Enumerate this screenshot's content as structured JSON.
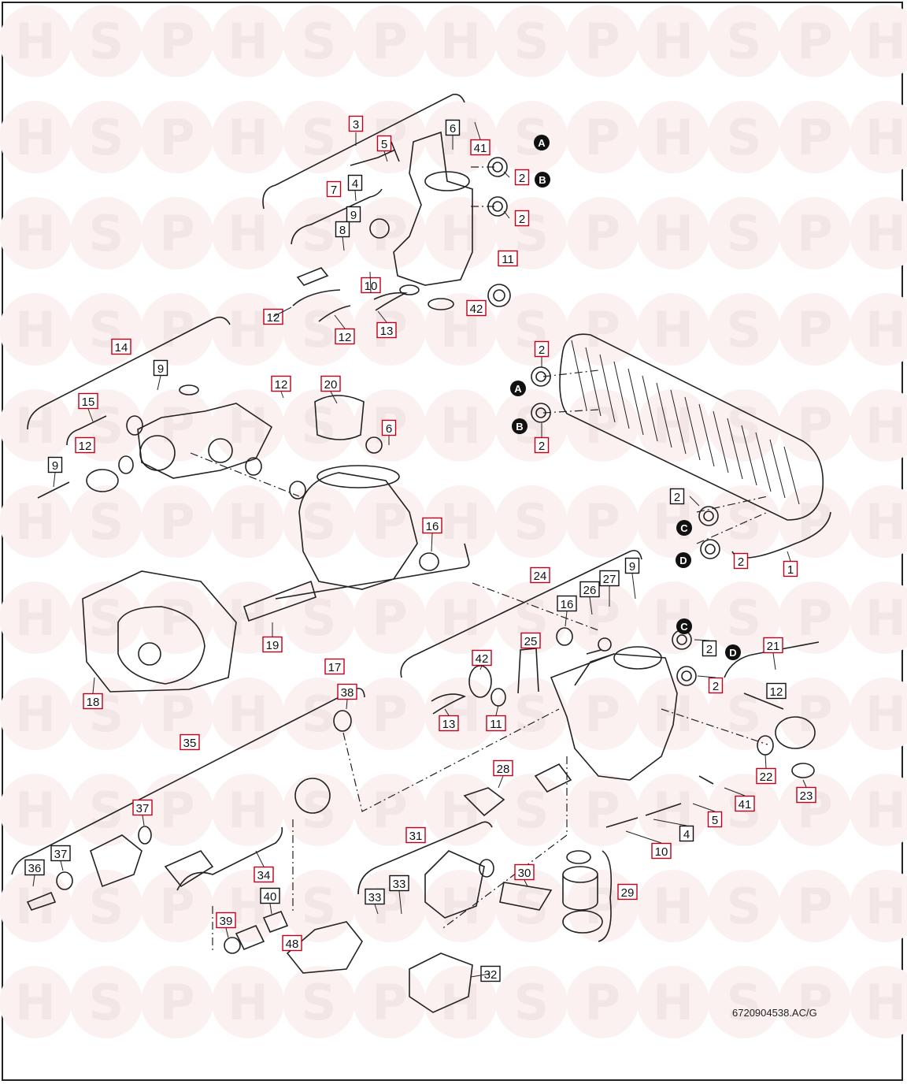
{
  "watermark": {
    "letters": [
      "H",
      "S",
      "P"
    ],
    "color_letter": "#f3e6e6",
    "color_circle": "#fbf1f1"
  },
  "reference_code": "6720904538.AC/G",
  "colors": {
    "label_border_red": "#c0001a",
    "label_border_black": "#111111",
    "line": "#222222",
    "watermark": "#f0d6d6"
  },
  "part_labels": [
    "1",
    "2",
    "3",
    "4",
    "5",
    "6",
    "7",
    "8",
    "9",
    "10",
    "11",
    "12",
    "13",
    "14",
    "15",
    "16",
    "17",
    "18",
    "19",
    "20",
    "21",
    "22",
    "23",
    "24",
    "25",
    "26",
    "27",
    "28",
    "29",
    "30",
    "31",
    "32",
    "33",
    "34",
    "35",
    "36",
    "37",
    "38",
    "39",
    "40",
    "41",
    "42",
    "48"
  ],
  "connection_markers": [
    "A",
    "B",
    "C",
    "D"
  ],
  "labels": [
    {
      "id": "3",
      "red": true
    },
    {
      "id": "6",
      "red": false
    },
    {
      "id": "5",
      "red": true
    },
    {
      "id": "41",
      "red": true
    },
    {
      "id": "4",
      "red": false
    },
    {
      "id": "7",
      "red": true
    },
    {
      "id": "2",
      "red": true
    },
    {
      "id": "2",
      "red": true
    },
    {
      "id": "9",
      "red": false
    },
    {
      "id": "8",
      "red": false
    },
    {
      "id": "11",
      "red": true
    },
    {
      "id": "10",
      "red": true
    },
    {
      "id": "42",
      "red": true
    },
    {
      "id": "12",
      "red": true
    },
    {
      "id": "12",
      "red": true
    },
    {
      "id": "13",
      "red": true
    },
    {
      "id": "14",
      "red": true
    },
    {
      "id": "9",
      "red": false
    },
    {
      "id": "12",
      "red": true
    },
    {
      "id": "20",
      "red": true
    },
    {
      "id": "15",
      "red": true
    },
    {
      "id": "12",
      "red": true
    },
    {
      "id": "6",
      "red": true
    },
    {
      "id": "9",
      "red": false
    },
    {
      "id": "2",
      "red": true
    },
    {
      "id": "2",
      "red": true
    },
    {
      "id": "16",
      "red": true
    },
    {
      "id": "2",
      "red": false
    },
    {
      "id": "2",
      "red": true
    },
    {
      "id": "1",
      "red": true
    },
    {
      "id": "24",
      "red": true
    },
    {
      "id": "9",
      "red": false
    },
    {
      "id": "26",
      "red": false
    },
    {
      "id": "27",
      "red": false
    },
    {
      "id": "16",
      "red": false
    },
    {
      "id": "19",
      "red": true
    },
    {
      "id": "2",
      "red": false
    },
    {
      "id": "25",
      "red": true
    },
    {
      "id": "2",
      "red": true
    },
    {
      "id": "18",
      "red": true
    },
    {
      "id": "17",
      "red": true
    },
    {
      "id": "42",
      "red": true
    },
    {
      "id": "21",
      "red": true
    },
    {
      "id": "38",
      "red": true
    },
    {
      "id": "12",
      "red": false
    },
    {
      "id": "13",
      "red": true
    },
    {
      "id": "11",
      "red": true
    },
    {
      "id": "35",
      "red": true
    },
    {
      "id": "22",
      "red": true
    },
    {
      "id": "23",
      "red": true
    },
    {
      "id": "28",
      "red": true
    },
    {
      "id": "37",
      "red": true
    },
    {
      "id": "41",
      "red": true
    },
    {
      "id": "5",
      "red": true
    },
    {
      "id": "4",
      "red": false
    },
    {
      "id": "31",
      "red": true
    },
    {
      "id": "10",
      "red": true
    },
    {
      "id": "37",
      "red": false
    },
    {
      "id": "36",
      "red": false
    },
    {
      "id": "34",
      "red": true
    },
    {
      "id": "33",
      "red": false
    },
    {
      "id": "33",
      "red": false
    },
    {
      "id": "30",
      "red": true
    },
    {
      "id": "29",
      "red": true
    },
    {
      "id": "40",
      "red": false
    },
    {
      "id": "39",
      "red": true
    },
    {
      "id": "48",
      "red": true
    },
    {
      "id": "32",
      "red": false
    }
  ]
}
